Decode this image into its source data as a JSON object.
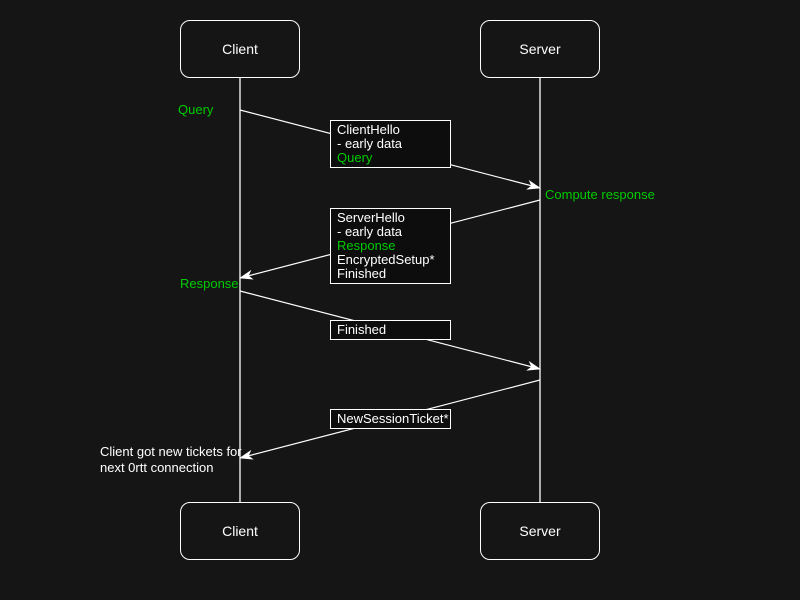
{
  "colors": {
    "background": "#151515",
    "line": "#ffffff",
    "text": "#ffffff",
    "accent_green": "#00cc00",
    "message_box_fill": "#0d0d0d"
  },
  "actors": {
    "top_left": "Client",
    "top_right": "Server",
    "bottom_left": "Client",
    "bottom_right": "Server"
  },
  "inline_labels": {
    "query": "Query",
    "compute_response": "Compute response",
    "response": "Response"
  },
  "note": {
    "line1": "Client got new tickets for",
    "line2": "next 0rtt connection"
  },
  "message_boxes": {
    "client_hello": {
      "line1": "ClientHello",
      "line2": "- early data",
      "line3": "Query"
    },
    "server_hello": {
      "line1": "ServerHello",
      "line2": "- early data",
      "line3": "Response",
      "line4": "EncryptedSetup*",
      "line5": "Finished"
    },
    "finished": {
      "line1": "Finished"
    },
    "new_session_ticket": {
      "line1": "NewSessionTicket*"
    }
  }
}
